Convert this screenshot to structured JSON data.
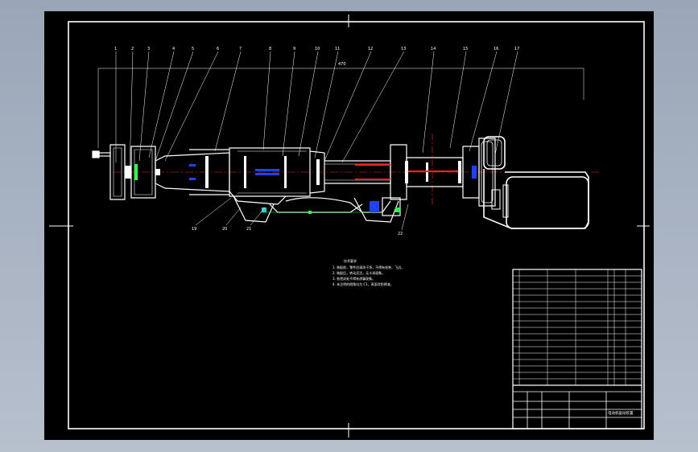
{
  "colors": {
    "background": "#000000",
    "lines": "#ffffff",
    "centerline": "#ff2020",
    "accent_blue": "#2040ff",
    "accent_green": "#20ff40",
    "accent_cyan": "#20d0d0"
  },
  "callouts": [
    {
      "n": "1"
    },
    {
      "n": "2"
    },
    {
      "n": "3"
    },
    {
      "n": "4"
    },
    {
      "n": "5"
    },
    {
      "n": "6"
    },
    {
      "n": "7"
    },
    {
      "n": "8"
    },
    {
      "n": "9"
    },
    {
      "n": "10"
    },
    {
      "n": "11"
    },
    {
      "n": "12"
    },
    {
      "n": "13"
    },
    {
      "n": "14"
    },
    {
      "n": "15"
    },
    {
      "n": "16"
    },
    {
      "n": "17"
    },
    {
      "n": "19"
    },
    {
      "n": "20"
    },
    {
      "n": "21"
    },
    {
      "n": "22"
    }
  ],
  "dimension": {
    "label": "470"
  },
  "notes": {
    "title": "技术要求",
    "lines": [
      "1. 装配前，零件应清洗干净，不得有毛刺、飞边。",
      "2. 装配后，转动灵活，无卡滞现象。",
      "3. 各密封处不得有渗漏现象。",
      "4. 未注明的倒角均为 C1，表面涂防锈漆。"
    ]
  },
  "title_block": {
    "title": "电动机驱动装置"
  }
}
